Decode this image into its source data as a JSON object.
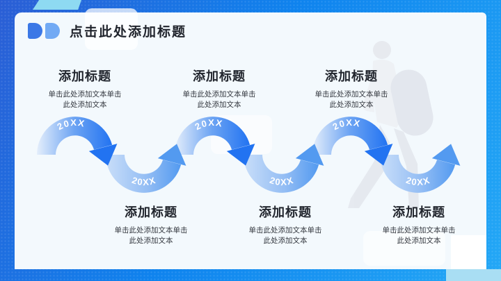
{
  "header": {
    "title": "点击此处添加标题"
  },
  "steps": [
    {
      "year": "20XX",
      "title": "添加标题",
      "body": "单击此处添加文本单击此处添加文本"
    },
    {
      "year": "20XX",
      "title": "添加标题",
      "body": "单击此处添加文本单击此处添加文本"
    },
    {
      "year": "20XX",
      "title": "添加标题",
      "body": "单击此处添加文本单击此处添加文本"
    },
    {
      "year": "20XX",
      "title": "添加标题",
      "body": "单击此处添加文本单击此处添加文本"
    },
    {
      "year": "20XX",
      "title": "添加标题",
      "body": "单击此处添加文本单击此处添加文本"
    },
    {
      "year": "20XX",
      "title": "添加标题",
      "body": "单击此处添加文本单击此处添加文本"
    }
  ],
  "colors": {
    "brand_blue": "#2273f1",
    "light_arc_blue": "#539af0",
    "cyan_accent": "#8edaf2",
    "frame_blue": "#0f83ee",
    "panel_bg": "#f3f9fd"
  }
}
